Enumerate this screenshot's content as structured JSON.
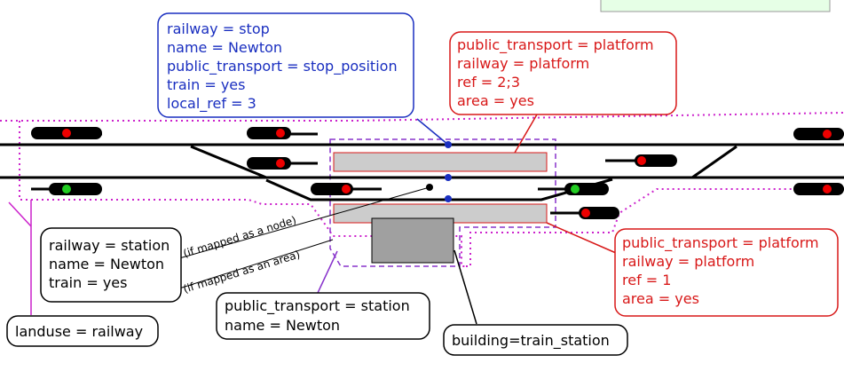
{
  "colors": {
    "blue": "#1a2fc0",
    "red": "#d81818",
    "magenta": "#cc22cc",
    "purple": "#8833cc",
    "platform_fill": "#cccccc",
    "building_fill": "#a0a0a0",
    "legend_fill": "#e6ffe6"
  },
  "stop_tags": [
    "railway = stop",
    "name = Newton",
    "public_transport = stop_position",
    "train = yes",
    "local_ref = 3"
  ],
  "platform_top_tags": [
    "public_transport = platform",
    "railway = platform",
    "ref = 2;3",
    "area = yes"
  ],
  "platform_bottom_tags": [
    "public_transport = platform",
    "railway = platform",
    "ref = 1",
    "area = yes"
  ],
  "station_tags": [
    "railway = station",
    "name = Newton",
    "train = yes"
  ],
  "station_area_tags": [
    "public_transport = station",
    "name = Newton"
  ],
  "landuse_tag": "landuse = railway",
  "building_tag": "building=train_station",
  "note_node": "(if mapped as a node)",
  "note_area": "(if mapped as an area)",
  "icons": [
    "signal-red-icon",
    "signal-green-icon"
  ]
}
